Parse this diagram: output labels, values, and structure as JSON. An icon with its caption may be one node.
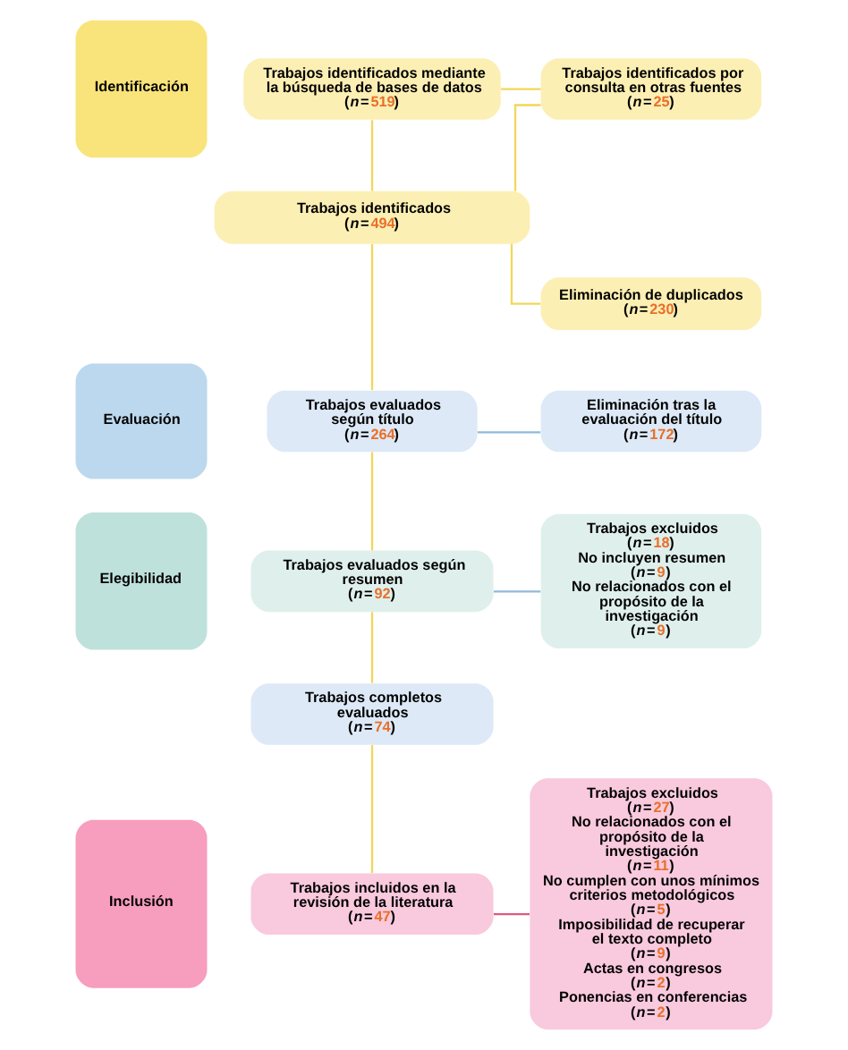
{
  "diagram": {
    "nodes": [
      {
        "text": [
          "Identificación"
        ]
      },
      {
        "text": [
          "Evaluación"
        ]
      },
      {
        "text": [
          "Elegibilidad"
        ]
      },
      {
        "text": [
          "Inclusión"
        ]
      },
      {
        "text": [
          "Trabajos identificados mediante la búsqueda de bases de datos",
          "(*n*=519)"
        ]
      },
      {
        "text": [
          "Trabajos identificados por consulta en otras fuentes",
          "(*n*=25)"
        ]
      },
      {
        "text": [
          "Trabajos identificados",
          "(*n*=494)"
        ]
      },
      {
        "text": [
          "Eliminación de duplicados",
          "(*n*=230)"
        ]
      },
      {
        "text": [
          "Trabajos evaluados según título",
          "(*n*=264)"
        ]
      },
      {
        "text": [
          "Eliminación tras la evaluación del título",
          "(*n*=172)"
        ]
      },
      {
        "text": [
          "Trabajos evaluados según resumen",
          "(*n*=92)"
        ]
      },
      {
        "text": [
          "Trabajos excluidos",
          "(*n*=18)",
          "No incluyen resumen",
          "(*n*=9)",
          "No relacionados con el propósito de la investigación",
          "(*n*=9)"
        ]
      },
      {
        "text": [
          "Trabajos completos evaluados",
          "(*n*=74)"
        ]
      },
      {
        "text": [
          "Trabajos incluidos en la revisión de la literatura",
          "(*n*=47)"
        ]
      },
      {
        "text": [
          "Trabajos excluidos",
          "(*n*=27)",
          "No relacionados con el propósito de la investigación",
          "(*n*=11)",
          "No cumplen con unos mínimos criterios metodológicos",
          "(*n*=5)",
          "Imposibilidad de recuperar el texto completo",
          "(*n*=9)",
          "Actas en congresos",
          "(*n*=2)",
          "Ponencias en conferencias",
          "(*n*=2)"
        ]
      }
    ],
    "edges": [
      {
        "from": 4,
        "to": 5,
        "arrow": "none"
      },
      {
        "from": 4,
        "to": 6,
        "arrow": "none"
      },
      {
        "from": 5,
        "to": 6,
        "arrow": "none"
      },
      {
        "from": 6,
        "to": 7,
        "arrow": "none"
      },
      {
        "from": 6,
        "to": 8,
        "arrow": "none"
      },
      {
        "from": 8,
        "to": 9,
        "arrow": "none",
        "color": "#8fbadb"
      },
      {
        "from": 8,
        "to": 10,
        "arrow": "none"
      },
      {
        "from": 10,
        "to": 11,
        "arrow": "none",
        "color": "#8fbadb"
      },
      {
        "from": 10,
        "to": 12,
        "arrow": "none"
      },
      {
        "from": 12,
        "to": 13,
        "arrow": "none"
      },
      {
        "from": 13,
        "to": 14,
        "arrow": "none",
        "color": "#e05a80"
      }
    ]
  }
}
